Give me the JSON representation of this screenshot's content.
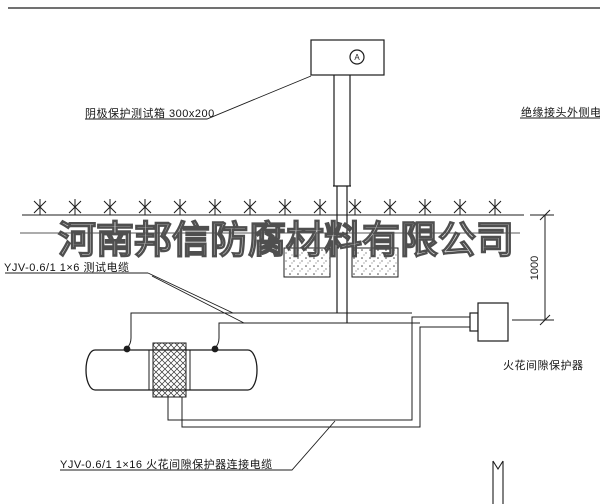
{
  "drawing": {
    "background": "#ffffff",
    "line_color": "#1c1c1c",
    "watermark": {
      "text": "河南邦信防腐材料有限公司",
      "color": "#4f4f4f"
    },
    "test_box": {
      "label": "阴极保护测试箱 300x200",
      "meter_symbol": "A"
    },
    "cables": {
      "test_cable_label": "YJV-0.6/1 1×6  测试电缆",
      "spark_gap_cable_label": "YJV-0.6/1 1×16  火花间隙保护器连接电缆",
      "insulated_joint_cable_label": "绝缘接头外侧电缆"
    },
    "spark_gap_label": "火花间隙保护器",
    "dimension": {
      "value": "1000"
    }
  }
}
